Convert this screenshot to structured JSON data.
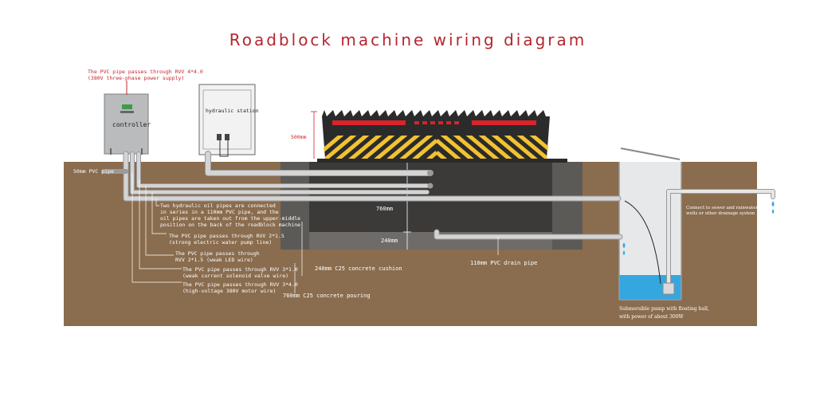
{
  "title": "Roadblock machine wiring diagram",
  "colors": {
    "title": "#b5262e",
    "soil": "#8a6c4e",
    "pit": "#3b3a39",
    "concrete": "#5c5a57",
    "pipe": "#c9c9c9",
    "water": "#35a7e0",
    "stripe": "#f2c230",
    "warning_red": "#d8242a"
  },
  "equipment": {
    "controller": "controller",
    "hydraulic_station": "hydraulic station"
  },
  "annotations": {
    "power_note_1": "The PVC pipe passes through RVV 4*4.0",
    "power_note_2": "(380V three-phase power supply)",
    "height_500": "500mm",
    "pvc_50": "50mm PVC pipe",
    "oil_1": "Two hydraulic oil pipes are connected",
    "oil_2": "in series in a 110mm PVC pipe, and the",
    "oil_3": "oil pipes are taken out from the upper-middle",
    "oil_4": "position on the back of the roadblock machine",
    "rvv215a_1": "The PVC pipe passes through RVV 2*1.5",
    "rvv215a_2": "(strong electric water pump line)",
    "rvv215b_1": "The PVC pipe passes through",
    "rvv215b_2": "RVV 2*1.5 (weak LED wire)",
    "rvv310_1": "The PVC pipe passes through RVV 3*1.0",
    "rvv310_2": "(weak current solenoid valve wire)",
    "rvv340_1": "The PVC pipe passes through RVV 3*4.0",
    "rvv340_2": "(high-voltage 380V motor wire)",
    "depth_760": "760mm",
    "depth_240": "240mm",
    "cushion": "240mm C25 concrete cushion",
    "drain": "110mm PVC drain pipe",
    "pouring": "760mm C25 concrete pouring",
    "sewer_1": "Connect to sewer and rainwater",
    "sewer_2": "wells or other drainage system",
    "pump_1": "Submersible pump with floating ball,",
    "pump_2": "with power of about 300W"
  }
}
